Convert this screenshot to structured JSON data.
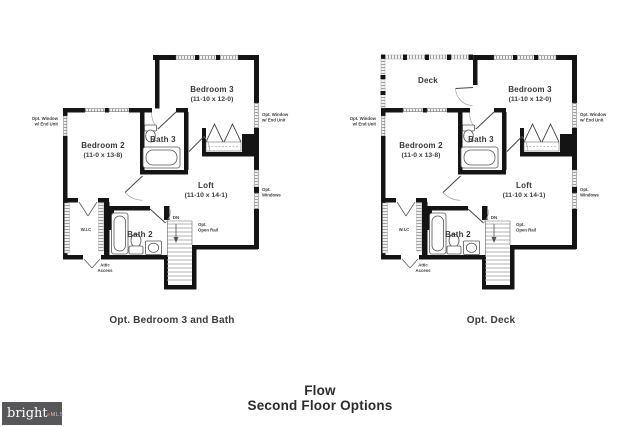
{
  "colors": {
    "wall": "#141414",
    "window_hatch": "#8a8a8a",
    "logo_background": "#57575a",
    "logo_accent": "#c0574c",
    "text": "#2b2b2b"
  },
  "plans": {
    "left": {
      "caption": "Opt. Bedroom 3 and Bath",
      "labels": {
        "bedroom3_name": "Bedroom 3",
        "bedroom3_dims": "(11-10 x 12-0)",
        "bedroom2_name": "Bedroom 2",
        "bedroom2_dims": "(11-0 x 13-8)",
        "bath3": "Bath 3",
        "bath2": "Bath 2",
        "loft_name": "Loft",
        "loft_dims": "(11-10 x 14-1)",
        "wic": "W.I.C",
        "attic_line1": "Attic",
        "attic_line2": "Access",
        "dn": "DN",
        "open_rail_line1": "Opt.",
        "open_rail_line2": "Open Rail",
        "window_left_line1": "Opt. Window",
        "window_left_line2": "w/ End Unit",
        "window_right_line1": "Opt. Window",
        "window_right_line2": "w/ End Unit",
        "opt_windows_line1": "Opt.",
        "opt_windows_line2": "Windows"
      }
    },
    "right": {
      "caption": "Opt. Deck",
      "labels": {
        "deck": "Deck",
        "bedroom3_name": "Bedroom 3",
        "bedroom3_dims": "(11-10 x 12-0)",
        "bedroom2_name": "Bedroom 2",
        "bedroom2_dims": "(11-0 x 13-8)",
        "bath3": "Bath 3",
        "bath2": "Bath 2",
        "loft_name": "Loft",
        "loft_dims": "(11-10 x 14-1)",
        "wic": "W.I.C",
        "attic_line1": "Attic",
        "attic_line2": "Access",
        "dn": "DN",
        "open_rail_line1": "Opt.",
        "open_rail_line2": "Open Rail",
        "window_left_line1": "Opt. Window",
        "window_left_line2": "w/ End Unit",
        "window_right_line1": "Opt. Window",
        "window_right_line2": "w/ End Unit",
        "opt_windows_line1": "Opt.",
        "opt_windows_line2": "Windows"
      }
    }
  },
  "title": {
    "line1": "Flow",
    "line2": "Second Floor Options"
  },
  "logo": {
    "brand": "bright",
    "suffix": "MLS"
  }
}
